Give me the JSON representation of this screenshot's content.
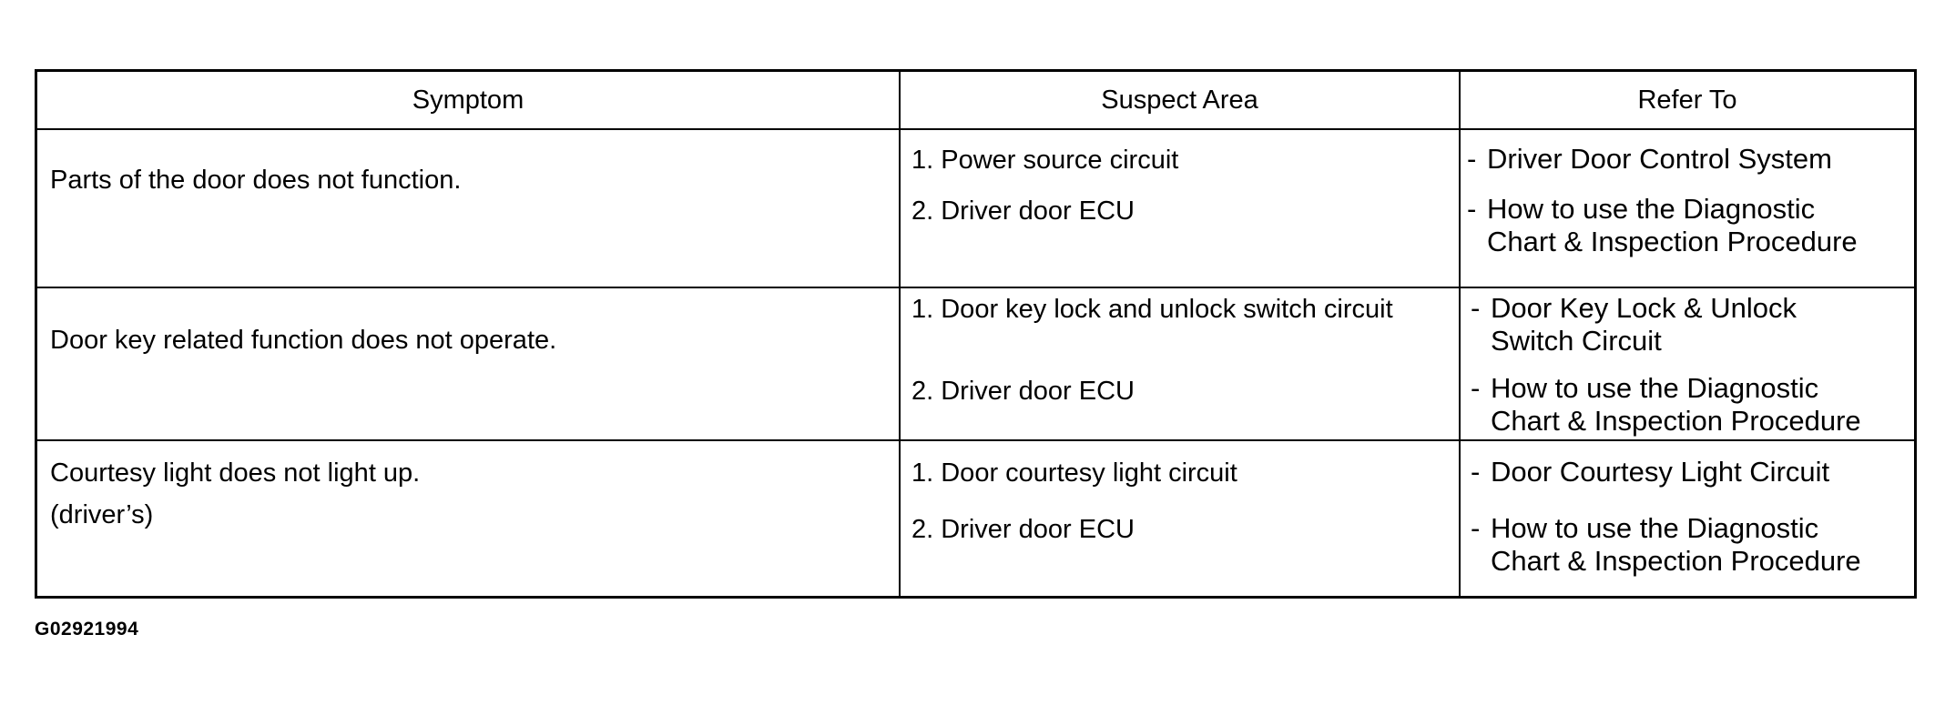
{
  "table": {
    "headers": {
      "symptom": "Symptom",
      "suspect_area": "Suspect Area",
      "refer_to": "Refer To"
    },
    "rows": [
      {
        "symptom": [
          "Parts of the door does not function."
        ],
        "suspect": [
          "1. Power source circuit",
          "2. Driver door ECU"
        ],
        "refer": [
          [
            "Driver Door Control System"
          ],
          [
            "How to use the Diagnostic",
            "Chart & Inspection Procedure"
          ]
        ]
      },
      {
        "symptom": [
          "Door key related function does not operate."
        ],
        "suspect": [
          "1. Door key lock and unlock switch circuit",
          "2. Driver door ECU"
        ],
        "refer": [
          [
            "Door Key Lock & Unlock",
            "Switch Circuit"
          ],
          [
            "How to use the Diagnostic",
            "Chart & Inspection Procedure"
          ]
        ]
      },
      {
        "symptom": [
          "Courtesy light does not light up.",
          "(driver’s)"
        ],
        "suspect": [
          "1. Door courtesy light circuit",
          "2. Driver door ECU"
        ],
        "refer": [
          [
            "Door Courtesy Light Circuit"
          ],
          [
            "How to use the Diagnostic",
            "Chart & Inspection Procedure"
          ]
        ]
      }
    ]
  },
  "figure_id": "G02921994"
}
